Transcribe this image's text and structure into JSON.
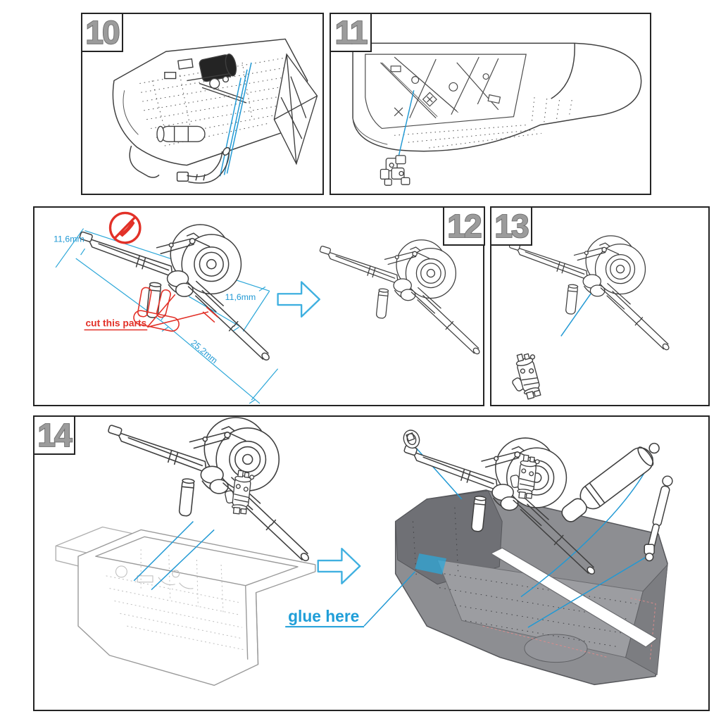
{
  "page": {
    "type": "scale-model-assembly-instructions",
    "background": "#ffffff"
  },
  "colors": {
    "panel_border": "#242424",
    "line_art": "#3f3f3f",
    "step_number_fill": "#9b9b9b",
    "step_number_outline": "#6d6d6d",
    "callout_cyan": "#2199d4",
    "glue_cyan": "#1f9ed8",
    "warning_red": "#e23128",
    "render_gray": "#8d8e92"
  },
  "icons": {
    "knife_prohibited": "knife-prohibited-icon",
    "arrow_right": "arrow-right-icon"
  },
  "steps": [
    {
      "label": "10"
    },
    {
      "label": "11"
    },
    {
      "label": "12",
      "dim_fork": "11,6mm",
      "dim_upper_strut": "11,6mm",
      "dim_lower_strut": "25,2mm",
      "cut_label": "cut this parts"
    },
    {
      "label": "13"
    },
    {
      "label": "14",
      "glue_label": "glue here"
    }
  ]
}
